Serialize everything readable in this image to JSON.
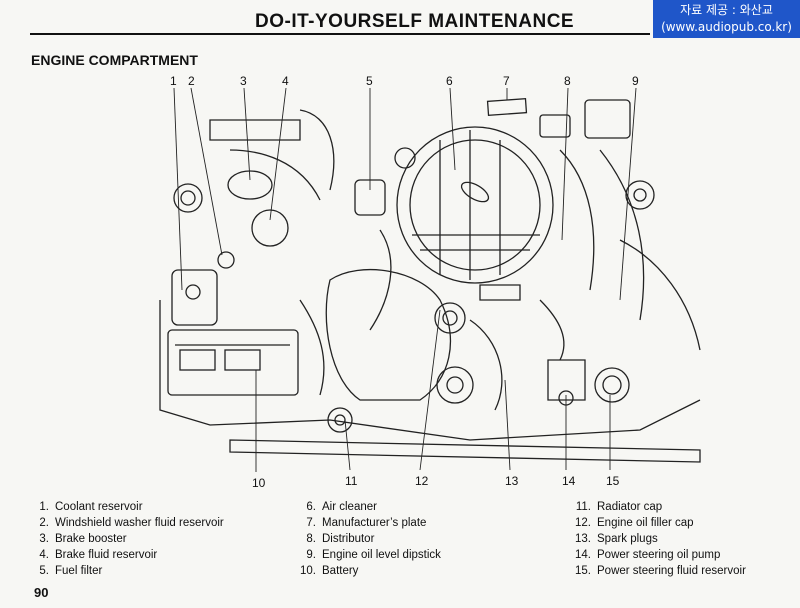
{
  "header": {
    "title": "DO-IT-YOURSELF MAINTENANCE",
    "badge_line1": "자료 제공 : 와산교",
    "badge_line2": "(www.audiopub.co.kr)"
  },
  "section": {
    "title": "ENGINE COMPARTMENT"
  },
  "callouts": {
    "c1": "1",
    "c2": "2",
    "c3": "3",
    "c4": "4",
    "c5": "5",
    "c6": "6",
    "c7": "7",
    "c8": "8",
    "c9": "9",
    "c10": "10",
    "c11": "11",
    "c12": "12",
    "c13": "13",
    "c14": "14",
    "c15": "15"
  },
  "legend": {
    "col1": [
      {
        "num": "1.",
        "label": "Coolant reservoir"
      },
      {
        "num": "2.",
        "label": "Windshield washer fluid reservoir"
      },
      {
        "num": "3.",
        "label": "Brake booster"
      },
      {
        "num": "4.",
        "label": "Brake fluid reservoir"
      },
      {
        "num": "5.",
        "label": "Fuel filter"
      }
    ],
    "col2": [
      {
        "num": "6.",
        "label": "Air cleaner"
      },
      {
        "num": "7.",
        "label": "Manufacturer’s plate"
      },
      {
        "num": "8.",
        "label": "Distributor"
      },
      {
        "num": "9.",
        "label": "Engine oil level dipstick"
      },
      {
        "num": "10.",
        "label": "Battery"
      }
    ],
    "col3": [
      {
        "num": "11.",
        "label": "Radiator cap"
      },
      {
        "num": "12.",
        "label": "Engine oil filler cap"
      },
      {
        "num": "13.",
        "label": "Spark plugs"
      },
      {
        "num": "14.",
        "label": "Power steering oil pump"
      },
      {
        "num": "15.",
        "label": "Power steering fluid reservoir"
      }
    ]
  },
  "page": {
    "number": "90"
  }
}
